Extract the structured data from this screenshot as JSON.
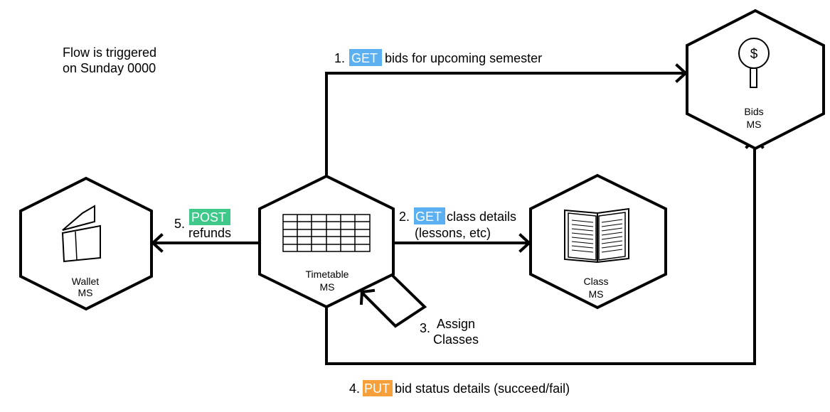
{
  "note": {
    "line1": "Flow is triggered",
    "line2": "on Sunday 0000"
  },
  "nodes": {
    "bids": {
      "line1": "Bids",
      "line2": "MS",
      "icon": "dollar-pin-icon"
    },
    "timetable": {
      "line1": "Timetable",
      "line2": "MS",
      "icon": "timetable-grid-icon"
    },
    "class": {
      "line1": "Class",
      "line2": "MS",
      "icon": "open-book-icon"
    },
    "wallet": {
      "line1": "Wallet",
      "line2": "MS",
      "icon": "wallet-icon"
    }
  },
  "dollar_symbol": "$",
  "edges": {
    "e1": {
      "num": "1.",
      "method": "GET",
      "text": "bids for upcoming semester"
    },
    "e2": {
      "num": "2.",
      "method": "GET",
      "text": "class details",
      "text2": "(lessons, etc)"
    },
    "e3": {
      "num": "3.",
      "line1": "Assign",
      "line2": "Classes"
    },
    "e4": {
      "num": "4.",
      "method": "PUT",
      "text": "bid status details (succeed/fail)"
    },
    "e5": {
      "num": "5.",
      "method": "POST",
      "text": "refunds"
    }
  },
  "colors": {
    "get": "#5ab0f0",
    "put": "#f6a03c",
    "post": "#3ec98a"
  }
}
